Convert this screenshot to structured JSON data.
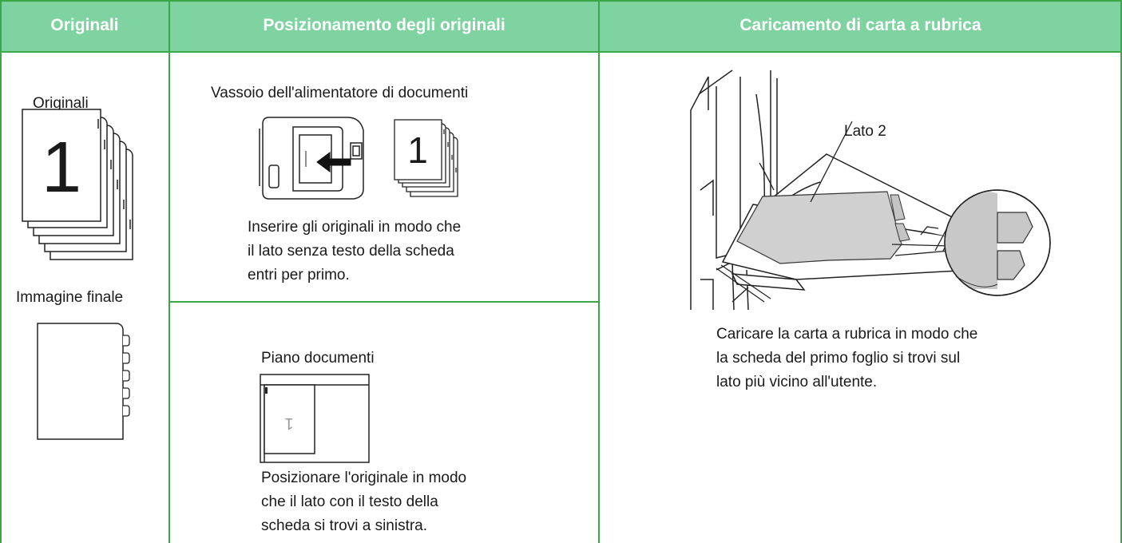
{
  "headers": {
    "col1": "Originali",
    "col2": "Posizionamento degli originali",
    "col3": "Caricamento di carta a rubrica"
  },
  "col1": {
    "originals_label": "Originali",
    "originals_page_number": "1",
    "final_image_label": "Immagine finale"
  },
  "col2": {
    "feeder": {
      "title": "Vassoio dell'alimentatore di documenti",
      "page_number": "1",
      "instructions": [
        "Inserire gli originali in modo che",
        "il lato senza testo della scheda",
        "entri per primo."
      ]
    },
    "glass": {
      "title": "Piano documenti",
      "page_number": "1",
      "instructions": [
        "Posizionare l'originale in modo",
        "che il lato con il testo della",
        "scheda si trovi a sinistra."
      ]
    }
  },
  "col3": {
    "callout_label": "Lato 2",
    "instructions": [
      "Caricare la carta a rubrica in modo che",
      "la scheda del primo foglio si trovi sul",
      "lato più vicino all'utente."
    ]
  },
  "colors": {
    "header_bg": "#7fd3a0",
    "grid_line": "#3aa845",
    "header_text": "#ffffff"
  }
}
